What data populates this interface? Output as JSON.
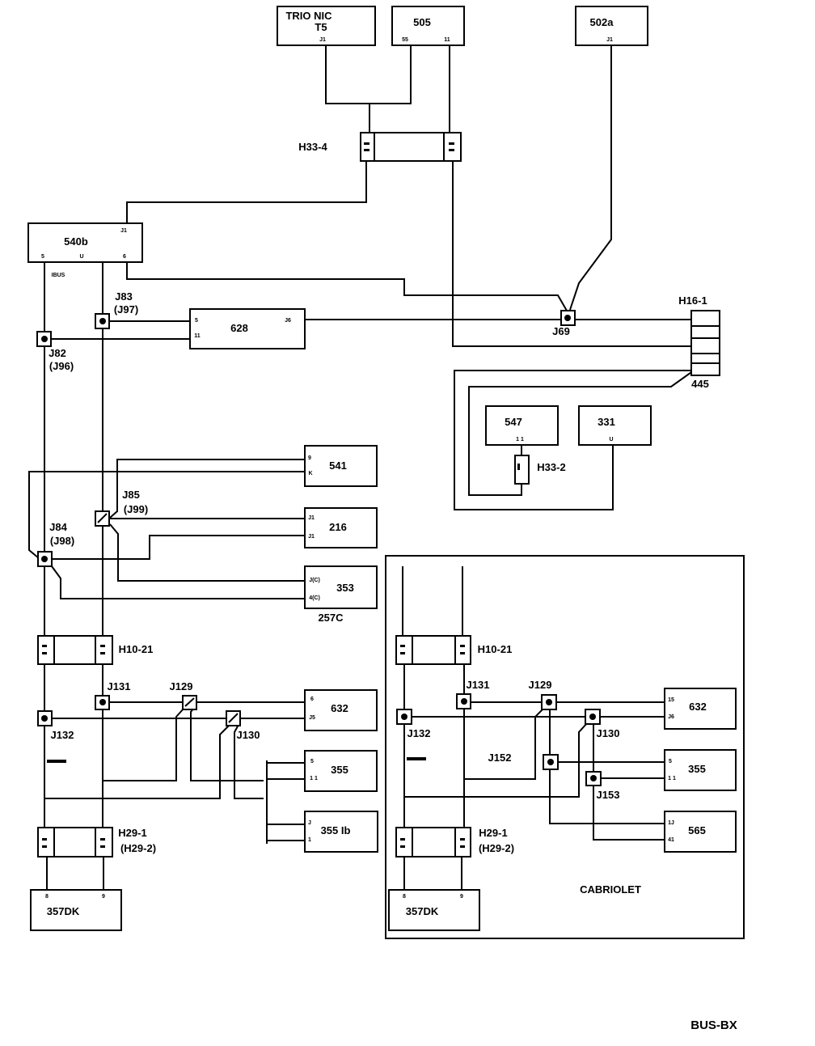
{
  "diagram": {
    "footer_code": "BUS-BX",
    "modules": {
      "trionic": {
        "line1": "TRIO NIC",
        "line2": "T5",
        "pin_a": "J1"
      },
      "m505": {
        "label": "505",
        "pin_a": "55",
        "pin_b": "11"
      },
      "m502a": {
        "label": "502a",
        "pin_a": "J1"
      },
      "m540b": {
        "label": "540b",
        "pin_a": "5",
        "pin_b": "U",
        "pin_c": "6",
        "pin_d": "J1",
        "sublabel": "IBUS"
      },
      "m628": {
        "label": "628",
        "pin_a": "5",
        "pin_b": "11",
        "pin_c": "J6"
      },
      "m547": {
        "label": "547",
        "pin_a": "1 1"
      },
      "m331": {
        "label": "331",
        "pin_a": "U"
      },
      "m541": {
        "label": "541",
        "pin_a": "9",
        "pin_b": "K"
      },
      "m216": {
        "label": "216",
        "pin_a": "J1",
        "pin_b": "J1"
      },
      "m353": {
        "label": "353",
        "pin_a": "J(C)",
        "pin_b": "4(C)",
        "sublabel": "257C"
      },
      "m632_left": {
        "label": "632",
        "pin_a": "6",
        "pin_b": "J5"
      },
      "m355_left": {
        "label": "355",
        "pin_a": "5",
        "pin_b": "1 1"
      },
      "m355b_left": {
        "label": "355 Ib",
        "pin_a": "J",
        "pin_b": "1"
      },
      "m357_left": {
        "label": "357DK",
        "pin_a": "8",
        "pin_b": "9"
      },
      "m632_right": {
        "label": "632",
        "pin_a": "15",
        "pin_b": "J6"
      },
      "m355_right": {
        "label": "355",
        "pin_a": "5",
        "pin_b": "1 1"
      },
      "m565_right": {
        "label": "565",
        "pin_a": "1J",
        "pin_b": "41"
      },
      "m357_right": {
        "label": "357DK",
        "pin_a": "8",
        "pin_b": "9"
      }
    },
    "connectors": {
      "h33_4": "H33-4",
      "h16_1": "H16-1",
      "h16_1_sub": "445",
      "h33_2": "H33-2",
      "h10_21_left": "H10-21",
      "h29_1_left": "H29-1",
      "h29_2_left": "(H29-2)",
      "h10_21_right": "H10-21",
      "h29_1_right": "H29-1",
      "h29_2_right": "(H29-2)"
    },
    "junctions": {
      "j83": "J83",
      "j97": "(J97)",
      "j82": "J82",
      "j96": "(J96)",
      "j69": "J69",
      "j85": "J85",
      "j99": "(J99)",
      "j84": "J84",
      "j98": "(J98)",
      "j131_left": "J131",
      "j129_left": "J129",
      "j132_left": "J132",
      "j130_left": "J130",
      "j131_right": "J131",
      "j129_right": "J129",
      "j132_right": "J132",
      "j130_right": "J130",
      "j152": "J152",
      "j153": "J153"
    },
    "cabriolet_label": "CABRIOLET"
  }
}
